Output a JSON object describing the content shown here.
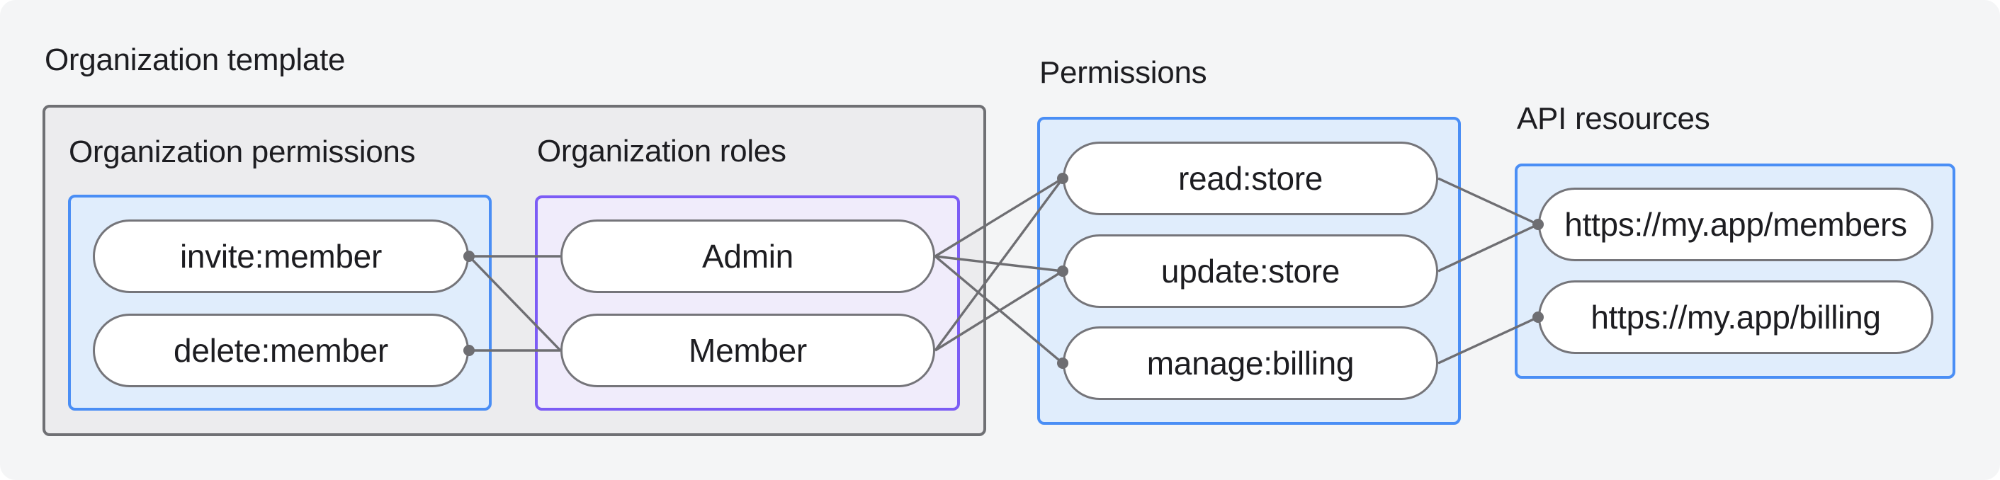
{
  "page": {
    "background": "#ffffff",
    "card_background": "#f4f5f6"
  },
  "palette": {
    "gray_box_fill": "#ececee",
    "gray_box_border": "#6f7074",
    "blue_box_fill": "#e0edfc",
    "blue_box_border": "#4a8ef5",
    "purple_box_fill": "#f0ecfb",
    "purple_box_border": "#7c5cf5",
    "pill_fill": "#ffffff",
    "pill_border": "#75757a",
    "connector": "#6e6e72",
    "text": "#1d1d21"
  },
  "groups": {
    "template": {
      "label": "Organization template"
    },
    "org_permissions": {
      "label": "Organization permissions",
      "pills": [
        "invite:member",
        "delete:member"
      ]
    },
    "org_roles": {
      "label": "Organization roles",
      "pills": [
        "Admin",
        "Member"
      ]
    },
    "permissions": {
      "label": "Permissions",
      "pills": [
        "read:store",
        "update:store",
        "manage:billing"
      ]
    },
    "api_resources": {
      "label": "API resources",
      "pills": [
        "https://my.app/members",
        "https://my.app/billing"
      ]
    }
  },
  "connections": [
    {
      "from": "invite:member",
      "to": "Admin"
    },
    {
      "from": "invite:member",
      "to": "Member"
    },
    {
      "from": "delete:member",
      "to": "Member"
    },
    {
      "from": "Admin",
      "to": "read:store"
    },
    {
      "from": "Admin",
      "to": "update:store"
    },
    {
      "from": "Admin",
      "to": "manage:billing"
    },
    {
      "from": "Member",
      "to": "read:store"
    },
    {
      "from": "Member",
      "to": "update:store"
    },
    {
      "from": "read:store",
      "to": "https://my.app/members"
    },
    {
      "from": "update:store",
      "to": "https://my.app/members"
    },
    {
      "from": "manage:billing",
      "to": "https://my.app/billing"
    }
  ]
}
